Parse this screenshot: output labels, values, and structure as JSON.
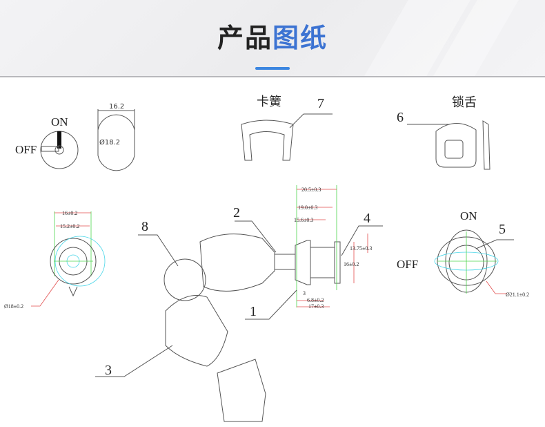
{
  "header": {
    "title_part1": "产品",
    "title_part2": "图纸",
    "accent_color": "#3c73d2"
  },
  "views": {
    "switch": {
      "on": "ON",
      "off": "OFF"
    },
    "cam_profile": {
      "width": "16.2",
      "diameter": "Ø18.2"
    },
    "spring_clip": {
      "label": "卡簧",
      "number": "7"
    },
    "tongue": {
      "label": "锁舌",
      "number": "6"
    },
    "front": {
      "width_outer": "16±0.2",
      "width_inner": "15.2±0.2",
      "diameter": "Ø18±0.2"
    },
    "assembly": {
      "parts": [
        "1",
        "2",
        "3",
        "4",
        "8"
      ],
      "dims": {
        "d1": "20.5±0.3",
        "d2": "19.0±0.3",
        "d3": "15.6±0.3",
        "d4": "13.75±0.3",
        "d5": "16±0.2",
        "d6": "3",
        "d7": "6.8±0.2",
        "d8": "17±0.3"
      }
    },
    "rear": {
      "on": "ON",
      "off": "OFF",
      "number": "5",
      "diameter": "Ø21.1±0.2"
    }
  }
}
